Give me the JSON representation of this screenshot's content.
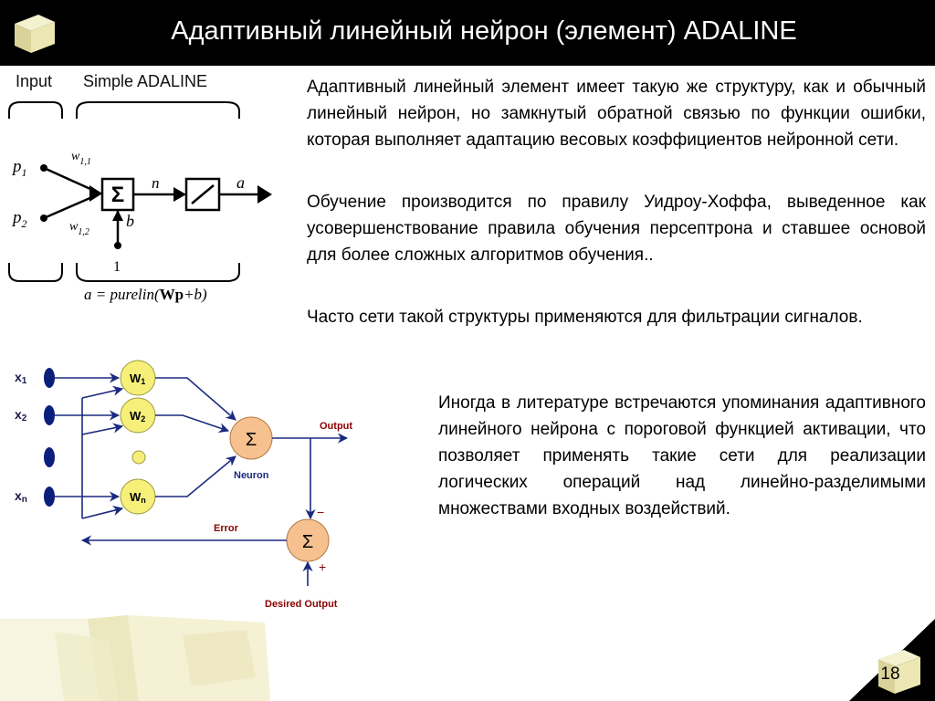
{
  "title": "Адаптивный линейный нейрон (элемент) ADALINE",
  "paragraphs": [
    "Адаптивный линейный элемент имеет такую же структуру, как и обычный линейный нейрон, но замкнутый обратной связью по функции ошибки, которая выполняет адаптацию весовых коэффициентов нейронной сети.",
    "Обучение производится по правилу Уидроу-Хоффа, выведенное как усовершенствование правила обучения персептрона и ставшее основой для более сложных алгоритмов обучения..",
    "Часто сети такой структуры применяются для фильтрации сигналов.",
    "Иногда в литературе встречаются упоминания адаптивного линейного нейрона с пороговой функцией активации, что позволяет применять такие сети для реализации логических операций над линейно-разделимыми множествами входных воздействий."
  ],
  "diagram1": {
    "input_label": "Input",
    "adaline_label": "Simple ADALINE",
    "p1": "p",
    "p1_sub": "1",
    "p2": "p",
    "p2_sub": "2",
    "w11": "w",
    "w11_sub": "1,1",
    "w12": "w",
    "w12_sub": "1,2",
    "sum_symbol": "Σ",
    "n_label": "n",
    "a_label": "a",
    "b_label": "b",
    "one_label": "1",
    "formula": {
      "lhs": "a = purelin(",
      "bold": "Wp",
      "rhs": "+b)"
    }
  },
  "diagram2": {
    "x1": "x",
    "x1_sub": "1",
    "x2": "x",
    "x2_sub": "2",
    "xn": "x",
    "xn_sub": "n",
    "w1": "W",
    "w1_sub": "1",
    "w2": "W",
    "w2_sub": "2",
    "wn": "W",
    "wn_sub": "n",
    "neuron_sum": "Σ",
    "error_sum": "Σ",
    "output_label": "Output",
    "neuron_label": "Neuron",
    "error_label": "Error",
    "minus_label": "−",
    "plus_label": "+",
    "desired_label": "Desired Output"
  },
  "page_number": "18",
  "colors": {
    "title_bg": "#000000",
    "title_text": "#ffffff",
    "node_fill": "#f6f07a",
    "sum_fill": "#f6c18f",
    "input_dot": "#0a1f7c",
    "line": "#1a2a80",
    "label_red": "#8b0000"
  }
}
